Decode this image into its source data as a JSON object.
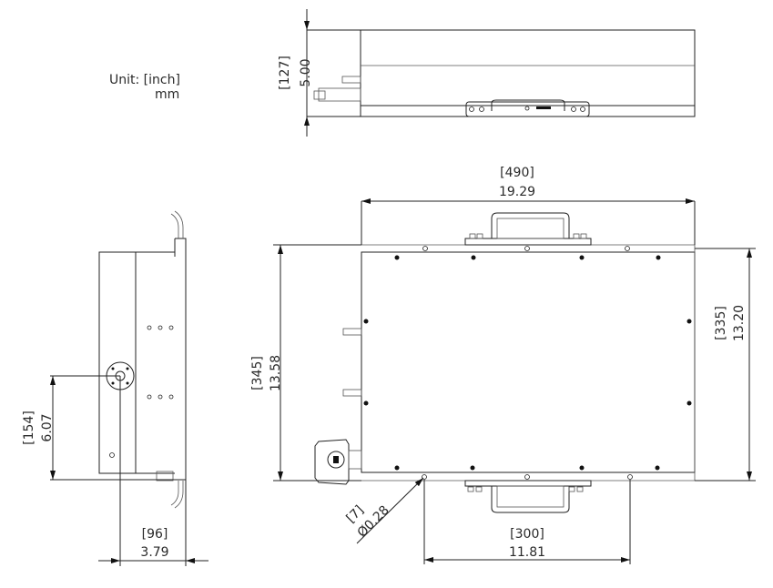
{
  "unit_label": {
    "line1": "Unit: [inch]",
    "line2": "mm"
  },
  "top_view": {
    "height_mm": "[127]",
    "height_in": "5.00"
  },
  "side_view": {
    "port_height_mm": "[154]",
    "port_height_in": "6.07",
    "port_offset_mm": "[96]",
    "port_offset_in": "3.79"
  },
  "front_view": {
    "width_mm": "[490]",
    "width_in": "19.29",
    "overall_height_mm": "[345]",
    "overall_height_in": "13.58",
    "body_height_mm": "[335]",
    "body_height_in": "13.20",
    "hole_spacing_mm": "[300]",
    "hole_spacing_in": "11.81",
    "hole_diameter_mm": "[7]",
    "hole_diameter_in": "Ø0.28"
  }
}
